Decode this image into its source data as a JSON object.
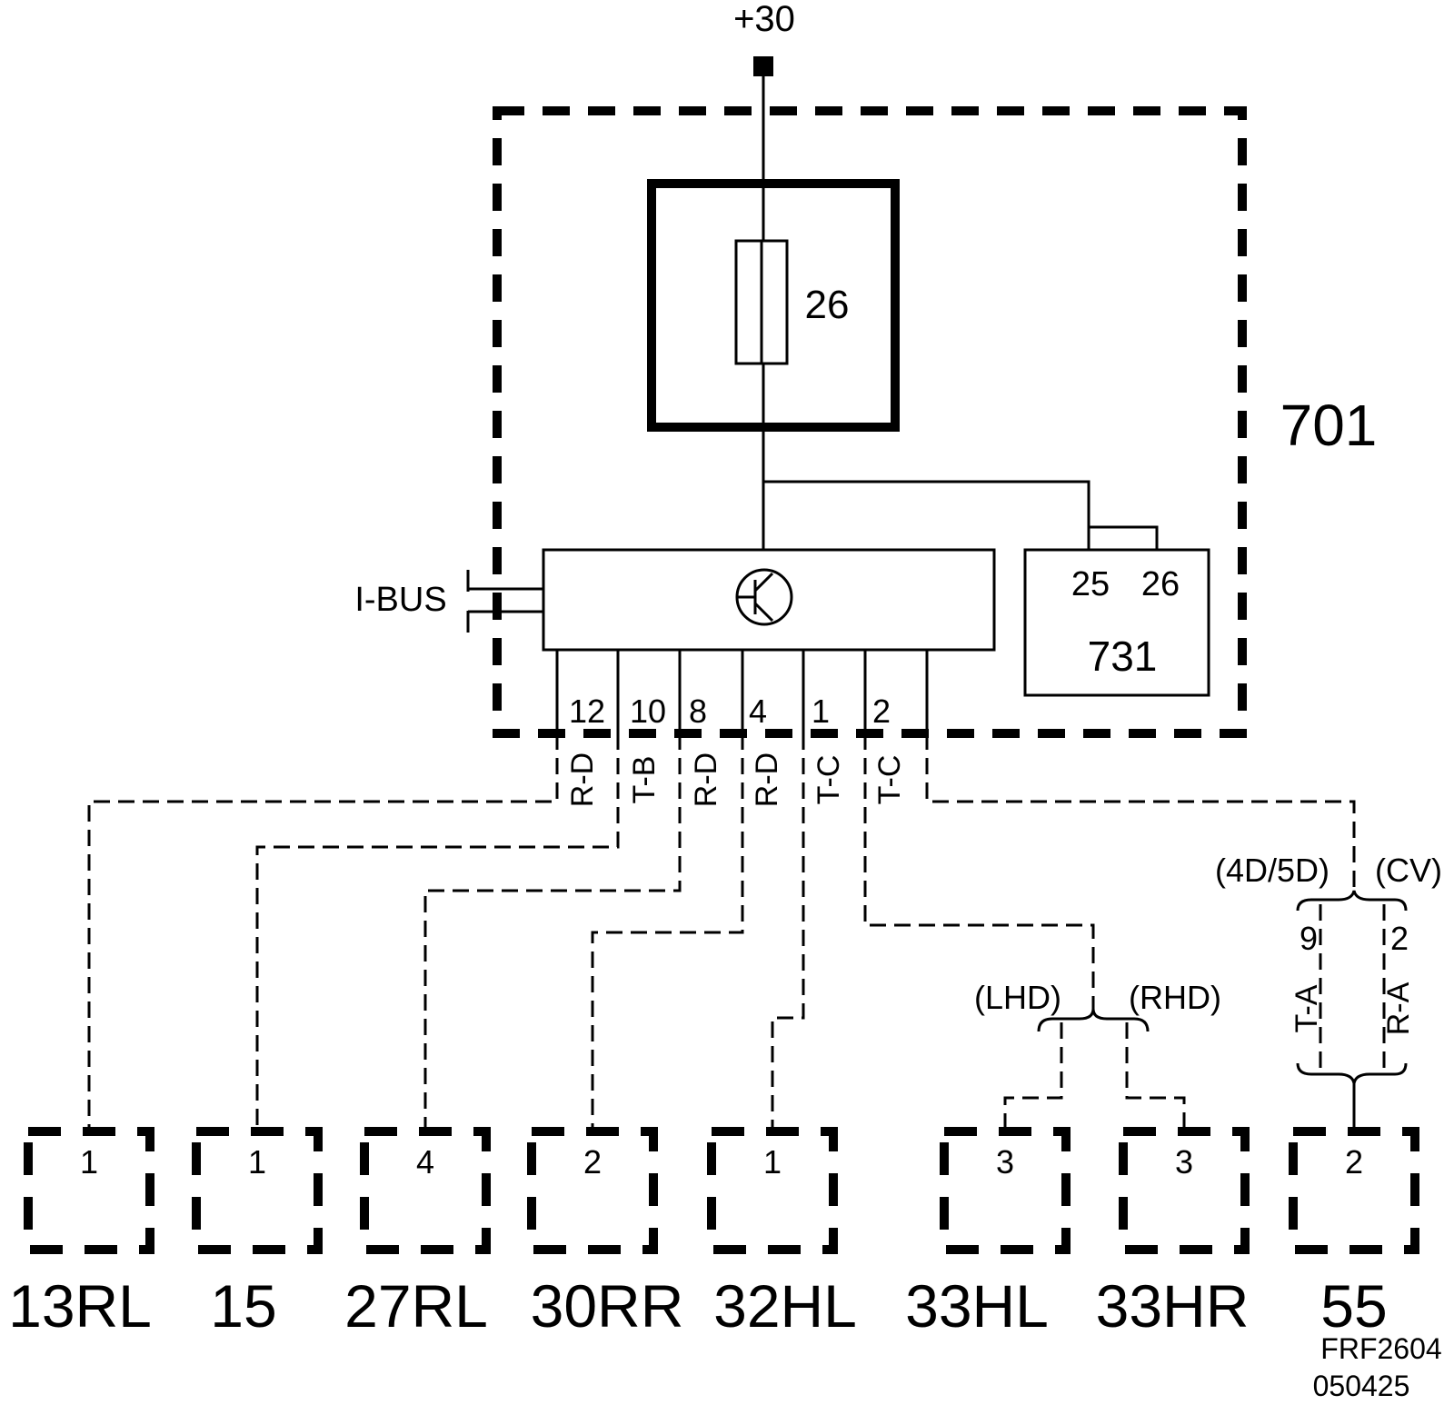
{
  "supply": {
    "label": "+30"
  },
  "module": {
    "label": "701"
  },
  "fuse": {
    "label": "26"
  },
  "module_731": {
    "label": "731",
    "pins": [
      "25",
      "26"
    ]
  },
  "ibus": {
    "label": "I-BUS"
  },
  "output_pins": [
    {
      "pin": "12",
      "wire": "R-D"
    },
    {
      "pin": "10",
      "wire": "T-B"
    },
    {
      "pin": "8",
      "wire": "R-D"
    },
    {
      "pin": "4",
      "wire": "R-D"
    },
    {
      "pin": "1",
      "wire": "T-C"
    },
    {
      "pin": "2",
      "wire": "T-C"
    }
  ],
  "variants": {
    "lhd": "(LHD)",
    "rhd": "(RHD)",
    "body_4d5d": "(4D/5D)",
    "body_cv": "(CV)",
    "pin_4d5d": "9",
    "pin_cv": "2",
    "wire_4d5d": "T-A",
    "wire_cv": "R-A"
  },
  "connectors": [
    {
      "name": "13RL",
      "pin": "1"
    },
    {
      "name": "15",
      "pin": "1"
    },
    {
      "name": "27RL",
      "pin": "4"
    },
    {
      "name": "30RR",
      "pin": "2"
    },
    {
      "name": "32HL",
      "pin": "1"
    },
    {
      "name": "33HL",
      "pin": "3"
    },
    {
      "name": "33HR",
      "pin": "3"
    },
    {
      "name": "55",
      "pin": "2"
    }
  ],
  "footer": {
    "code": "FRF2604",
    "date": "050425"
  }
}
